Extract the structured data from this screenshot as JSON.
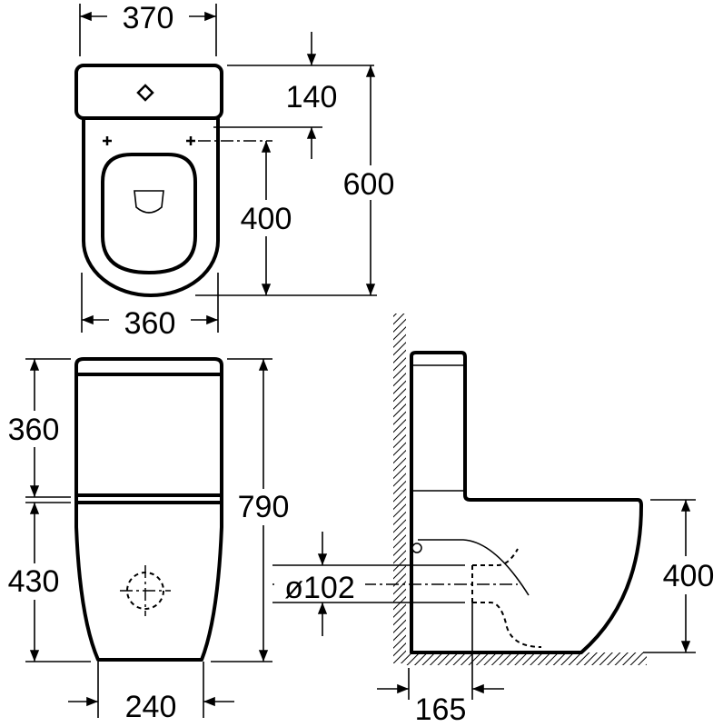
{
  "title": "Close-coupled toilet dimension drawing",
  "dimensions": {
    "top_width": "370",
    "tank_depth": "140",
    "total_depth": "600",
    "fixing_to_front": "400",
    "bowl_width": "360",
    "tank_height": "360",
    "total_height": "790",
    "bowl_height": "430",
    "base_width": "240",
    "outlet_diameter": "ø102",
    "outlet_from_wall": "165",
    "seat_height": "400"
  },
  "colors": {
    "line": "#000000",
    "background": "#ffffff"
  }
}
